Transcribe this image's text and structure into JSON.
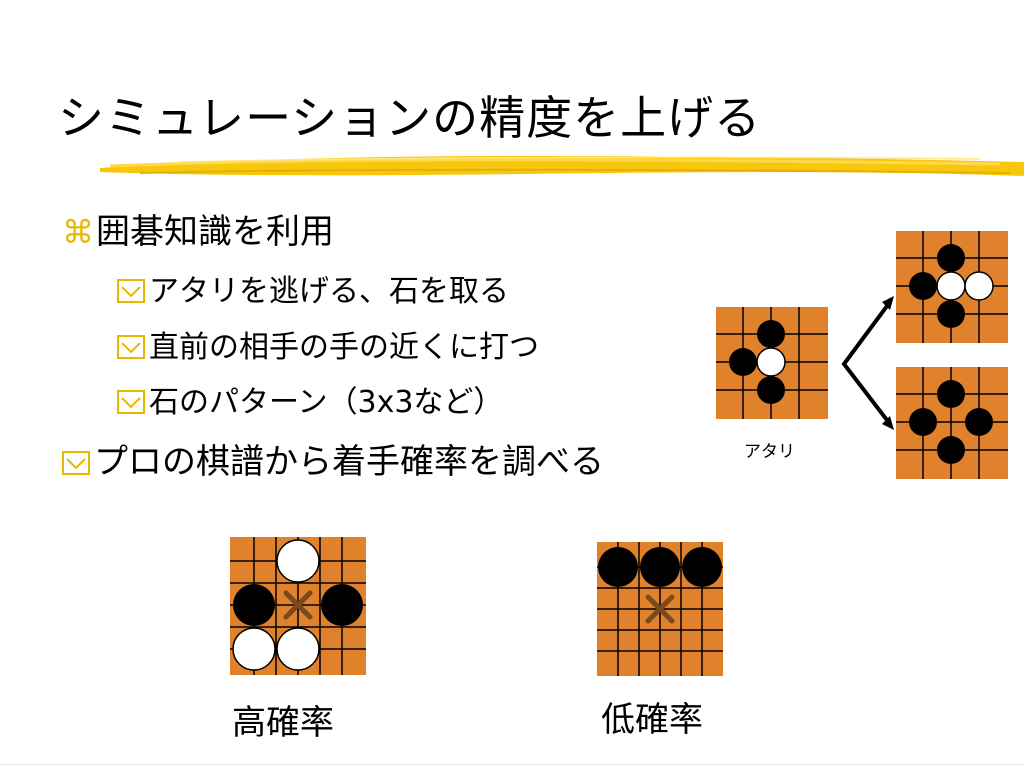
{
  "slide": {
    "title": "シミュレーションの精度を上げる",
    "bullets": [
      {
        "level": 1,
        "marker": "⌘",
        "text": "囲碁知識を利用"
      },
      {
        "level": 2,
        "marker": "box",
        "text": "アタリを逃げる、石を取る"
      },
      {
        "level": 2,
        "marker": "box",
        "text": "直前の相手の手の近くに打つ"
      },
      {
        "level": 2,
        "marker": "box",
        "text": "石のパターン（3x3など）"
      },
      {
        "level": 1,
        "marker": "box",
        "text": "プロの棋譜から着手確率を調べる"
      }
    ],
    "figures": {
      "atari_caption": "アタリ",
      "high_caption": "高確率",
      "low_caption": "低確率"
    }
  },
  "colors": {
    "board": "#e0812b",
    "grid": "#000000",
    "bullet_accent": "#e8b800",
    "underline": "#f5c400",
    "cross": "#7a4a1e"
  },
  "icons": [
    "command-icon",
    "checkbox-bullet-icon",
    "arrow-icon",
    "cross-mark-icon"
  ]
}
